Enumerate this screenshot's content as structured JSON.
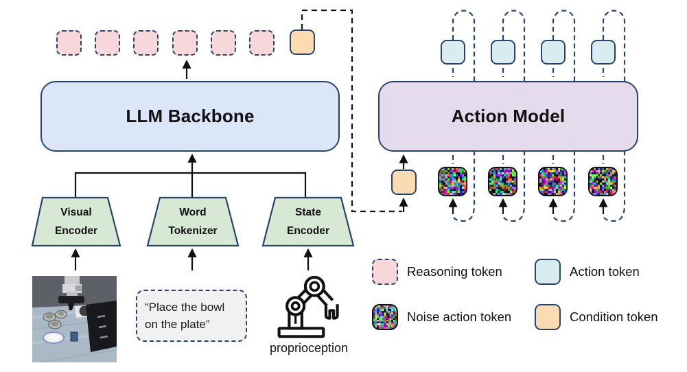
{
  "diagram": {
    "llm_backbone_label": "LLM Backbone",
    "action_model_label": "Action Model",
    "encoders": [
      {
        "line1": "Visual",
        "line2": "Encoder"
      },
      {
        "line1": "Word",
        "line2": "Tokenizer"
      },
      {
        "line1": "State",
        "line2": "Encoder"
      }
    ],
    "instruction_text": "“Place the bowl on the plate”",
    "proprioception_label": "proprioception"
  },
  "legend": {
    "items": [
      {
        "label": "Reasoning token",
        "type": "reasoning"
      },
      {
        "label": "Action token",
        "type": "action"
      },
      {
        "label": "Noise action token",
        "type": "noise"
      },
      {
        "label": "Condition token",
        "type": "condition"
      }
    ]
  },
  "tokens": {
    "reasoning_count": 6,
    "action_count": 4,
    "noise_count": 4,
    "condition_count": 2
  },
  "colors": {
    "outline_navy": "#27436b",
    "reasoning_fill": "#f7d7d9",
    "condition_fill": "#fbdcb2",
    "action_fill": "#d9edf0",
    "llm_fill": "#dbe7f8",
    "action_model_fill": "#e4dcec",
    "encoder_fill": "#d7e8d4",
    "line_black": "#111111"
  }
}
